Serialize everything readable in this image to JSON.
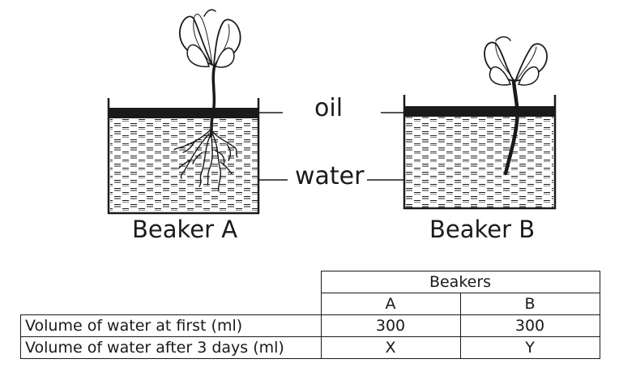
{
  "labels": {
    "oil": "oil",
    "water": "water",
    "beaker_a": "Beaker A",
    "beaker_b": "Beaker B"
  },
  "table": {
    "group_header": "Beakers",
    "columns": [
      "A",
      "B"
    ],
    "rows": [
      {
        "label": "Volume of water at first (ml)",
        "values": [
          "300",
          "300"
        ]
      },
      {
        "label": "Volume of water after 3 days (ml)",
        "values": [
          "X",
          "Y"
        ]
      }
    ]
  },
  "colors": {
    "ink": "#1a1a1a",
    "background": "#ffffff"
  }
}
